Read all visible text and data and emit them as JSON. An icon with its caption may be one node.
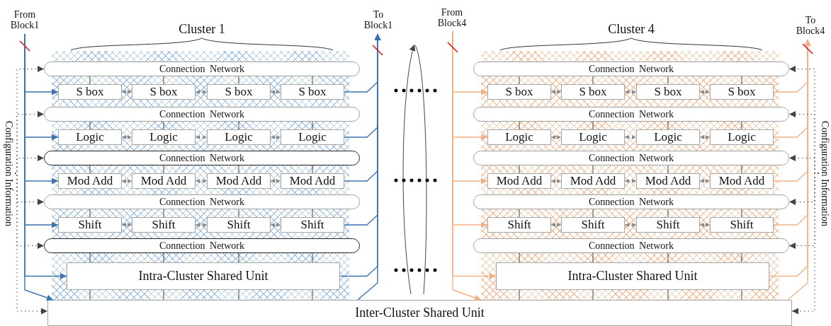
{
  "diagram": {
    "nodes": [
      {
        "text": [
          "From Block1"
        ]
      },
      {
        "text": [
          "To Block1"
        ]
      },
      {
        "text": [
          "From Block4"
        ]
      },
      {
        "text": [
          "To Block4"
        ]
      },
      {
        "text": [
          "Configuration Information"
        ]
      },
      {
        "text": [
          "Configuration Information"
        ]
      },
      {
        "text": [
          "Cluster 1"
        ]
      },
      {
        "text": [
          "Connection Network"
        ],
        "in": 6
      },
      {
        "text": [
          "S box"
        ],
        "in": 6
      },
      {
        "text": [
          "S box"
        ],
        "in": 6
      },
      {
        "text": [
          "S box"
        ],
        "in": 6
      },
      {
        "text": [
          "S box"
        ],
        "in": 6
      },
      {
        "text": [
          "Connection Network"
        ],
        "in": 6
      },
      {
        "text": [
          "Logic"
        ],
        "in": 6
      },
      {
        "text": [
          "Logic"
        ],
        "in": 6
      },
      {
        "text": [
          "Logic"
        ],
        "in": 6
      },
      {
        "text": [
          "Logic"
        ],
        "in": 6
      },
      {
        "text": [
          "Connection Network"
        ],
        "in": 6
      },
      {
        "text": [
          "Mod Add"
        ],
        "in": 6
      },
      {
        "text": [
          "Mod Add"
        ],
        "in": 6
      },
      {
        "text": [
          "Mod Add"
        ],
        "in": 6
      },
      {
        "text": [
          "Mod Add"
        ],
        "in": 6
      },
      {
        "text": [
          "Connection Network"
        ],
        "in": 6
      },
      {
        "text": [
          "Shift"
        ],
        "in": 6
      },
      {
        "text": [
          "Shift"
        ],
        "in": 6
      },
      {
        "text": [
          "Shift"
        ],
        "in": 6
      },
      {
        "text": [
          "Shift"
        ],
        "in": 6
      },
      {
        "text": [
          "Connection Network"
        ],
        "in": 6
      },
      {
        "text": [
          "Intra-Cluster Shared Unit"
        ],
        "in": 6
      },
      {
        "text": [
          "Cluster 4"
        ]
      },
      {
        "text": [
          "Connection Network"
        ],
        "in": 29
      },
      {
        "text": [
          "S box"
        ],
        "in": 29
      },
      {
        "text": [
          "S box"
        ],
        "in": 29
      },
      {
        "text": [
          "S box"
        ],
        "in": 29
      },
      {
        "text": [
          "S box"
        ],
        "in": 29
      },
      {
        "text": [
          "Connection Network"
        ],
        "in": 29
      },
      {
        "text": [
          "Logic"
        ],
        "in": 29
      },
      {
        "text": [
          "Logic"
        ],
        "in": 29
      },
      {
        "text": [
          "Logic"
        ],
        "in": 29
      },
      {
        "text": [
          "Logic"
        ],
        "in": 29
      },
      {
        "text": [
          "Connection Network"
        ],
        "in": 29
      },
      {
        "text": [
          "Mod Add"
        ],
        "in": 29
      },
      {
        "text": [
          "Mod Add"
        ],
        "in": 29
      },
      {
        "text": [
          "Mod Add"
        ],
        "in": 29
      },
      {
        "text": [
          "Mod Add"
        ],
        "in": 29
      },
      {
        "text": [
          "Connection Network"
        ],
        "in": 29
      },
      {
        "text": [
          "Shift"
        ],
        "in": 29
      },
      {
        "text": [
          "Shift"
        ],
        "in": 29
      },
      {
        "text": [
          "Shift"
        ],
        "in": 29
      },
      {
        "text": [
          "Shift"
        ],
        "in": 29
      },
      {
        "text": [
          "Connection Network"
        ],
        "in": 29
      },
      {
        "text": [
          "Intra-Cluster Shared Unit"
        ],
        "in": 29
      },
      {
        "text": [
          "Inter-Cluster Shared Unit"
        ]
      }
    ],
    "edges": [
      {
        "from": 0,
        "to": 8,
        "arrow": "to",
        "color": "#3b73b0"
      },
      {
        "from": 0,
        "to": 13,
        "arrow": "to",
        "color": "#3b73b0"
      },
      {
        "from": 0,
        "to": 18,
        "arrow": "to",
        "color": "#3b73b0"
      },
      {
        "from": 0,
        "to": 23,
        "arrow": "to",
        "color": "#3b73b0"
      },
      {
        "from": 0,
        "to": 28,
        "arrow": "to",
        "color": "#3b73b0"
      },
      {
        "from": 0,
        "to": 52,
        "arrow": "to",
        "color": "#3b73b0"
      },
      {
        "from": 11,
        "to": 1,
        "arrow": "to",
        "color": "#3b73b0"
      },
      {
        "from": 16,
        "to": 1,
        "arrow": "to",
        "color": "#3b73b0"
      },
      {
        "from": 21,
        "to": 1,
        "arrow": "to",
        "color": "#3b73b0"
      },
      {
        "from": 26,
        "to": 1,
        "arrow": "to",
        "color": "#3b73b0"
      },
      {
        "from": 28,
        "to": 1,
        "arrow": "to",
        "color": "#3b73b0"
      },
      {
        "from": 52,
        "to": 1,
        "arrow": "to",
        "color": "#3b73b0"
      },
      {
        "from": 4,
        "to": 7,
        "arrow": "to",
        "style": "dashed"
      },
      {
        "from": 4,
        "to": 12,
        "arrow": "to",
        "style": "dashed"
      },
      {
        "from": 4,
        "to": 17,
        "arrow": "to",
        "style": "dashed"
      },
      {
        "from": 4,
        "to": 22,
        "arrow": "to",
        "style": "dashed"
      },
      {
        "from": 4,
        "to": 27,
        "arrow": "to",
        "style": "dashed"
      },
      {
        "from": 4,
        "to": 52,
        "arrow": "to",
        "style": "dashed"
      },
      {
        "from": 7,
        "to": 8,
        "arrow": "none"
      },
      {
        "from": 7,
        "to": 9,
        "arrow": "none"
      },
      {
        "from": 7,
        "to": 10,
        "arrow": "none"
      },
      {
        "from": 7,
        "to": 11,
        "arrow": "none"
      },
      {
        "from": 12,
        "to": 13,
        "arrow": "none"
      },
      {
        "from": 12,
        "to": 14,
        "arrow": "none"
      },
      {
        "from": 12,
        "to": 15,
        "arrow": "none"
      },
      {
        "from": 12,
        "to": 16,
        "arrow": "none"
      },
      {
        "from": 17,
        "to": 18,
        "arrow": "none"
      },
      {
        "from": 17,
        "to": 19,
        "arrow": "none"
      },
      {
        "from": 17,
        "to": 20,
        "arrow": "none"
      },
      {
        "from": 17,
        "to": 21,
        "arrow": "none"
      },
      {
        "from": 22,
        "to": 23,
        "arrow": "none"
      },
      {
        "from": 22,
        "to": 24,
        "arrow": "none"
      },
      {
        "from": 22,
        "to": 25,
        "arrow": "none"
      },
      {
        "from": 22,
        "to": 26,
        "arrow": "none"
      },
      {
        "from": 27,
        "to": 28,
        "arrow": "none"
      },
      {
        "from": 27,
        "to": 28,
        "arrow": "none"
      },
      {
        "from": 27,
        "to": 28,
        "arrow": "none"
      },
      {
        "from": 27,
        "to": 28,
        "arrow": "none"
      },
      {
        "from": 28,
        "to": 52,
        "arrow": "none"
      },
      {
        "from": 28,
        "to": 52,
        "arrow": "none"
      },
      {
        "from": 28,
        "to": 52,
        "arrow": "none"
      },
      {
        "from": 28,
        "to": 52,
        "arrow": "none"
      },
      {
        "from": 8,
        "to": 9,
        "arrow": "both",
        "style": "dashed"
      },
      {
        "from": 9,
        "to": 10,
        "arrow": "both",
        "style": "dashed"
      },
      {
        "from": 10,
        "to": 11,
        "arrow": "both",
        "style": "dashed"
      },
      {
        "from": 13,
        "to": 14,
        "arrow": "both",
        "style": "dashed"
      },
      {
        "from": 14,
        "to": 15,
        "arrow": "both",
        "style": "dashed"
      },
      {
        "from": 15,
        "to": 16,
        "arrow": "both",
        "style": "dashed"
      },
      {
        "from": 18,
        "to": 19,
        "arrow": "both",
        "style": "dashed"
      },
      {
        "from": 19,
        "to": 20,
        "arrow": "both",
        "style": "dashed"
      },
      {
        "from": 20,
        "to": 21,
        "arrow": "both",
        "style": "dashed"
      },
      {
        "from": 23,
        "to": 24,
        "arrow": "both",
        "style": "dashed"
      },
      {
        "from": 24,
        "to": 25,
        "arrow": "both",
        "style": "dashed"
      },
      {
        "from": 25,
        "to": 26,
        "arrow": "both",
        "style": "dashed"
      },
      {
        "from": 2,
        "to": 31,
        "arrow": "to",
        "color": "#f2b184"
      },
      {
        "from": 2,
        "to": 36,
        "arrow": "to",
        "color": "#f2b184"
      },
      {
        "from": 2,
        "to": 41,
        "arrow": "to",
        "color": "#f2b184"
      },
      {
        "from": 2,
        "to": 46,
        "arrow": "to",
        "color": "#f2b184"
      },
      {
        "from": 2,
        "to": 51,
        "arrow": "to",
        "color": "#f2b184"
      },
      {
        "from": 2,
        "to": 52,
        "arrow": "to",
        "color": "#f2b184"
      },
      {
        "from": 34,
        "to": 3,
        "arrow": "to",
        "color": "#f2b184"
      },
      {
        "from": 39,
        "to": 3,
        "arrow": "to",
        "color": "#f2b184"
      },
      {
        "from": 44,
        "to": 3,
        "arrow": "to",
        "color": "#f2b184"
      },
      {
        "from": 49,
        "to": 3,
        "arrow": "to",
        "color": "#f2b184"
      },
      {
        "from": 51,
        "to": 3,
        "arrow": "to",
        "color": "#f2b184"
      },
      {
        "from": 52,
        "to": 3,
        "arrow": "to",
        "color": "#f2b184"
      },
      {
        "from": 5,
        "to": 30,
        "arrow": "to",
        "style": "dashed"
      },
      {
        "from": 5,
        "to": 35,
        "arrow": "to",
        "style": "dashed"
      },
      {
        "from": 5,
        "to": 40,
        "arrow": "to",
        "style": "dashed"
      },
      {
        "from": 5,
        "to": 45,
        "arrow": "to",
        "style": "dashed"
      },
      {
        "from": 5,
        "to": 50,
        "arrow": "to",
        "style": "dashed"
      },
      {
        "from": 5,
        "to": 52,
        "arrow": "to",
        "style": "dashed"
      },
      {
        "from": 30,
        "to": 31,
        "arrow": "none"
      },
      {
        "from": 30,
        "to": 32,
        "arrow": "none"
      },
      {
        "from": 30,
        "to": 33,
        "arrow": "none"
      },
      {
        "from": 30,
        "to": 34,
        "arrow": "none"
      },
      {
        "from": 35,
        "to": 36,
        "arrow": "none"
      },
      {
        "from": 35,
        "to": 37,
        "arrow": "none"
      },
      {
        "from": 35,
        "to": 38,
        "arrow": "none"
      },
      {
        "from": 35,
        "to": 39,
        "arrow": "none"
      },
      {
        "from": 40,
        "to": 41,
        "arrow": "none"
      },
      {
        "from": 40,
        "to": 42,
        "arrow": "none"
      },
      {
        "from": 40,
        "to": 43,
        "arrow": "none"
      },
      {
        "from": 40,
        "to": 44,
        "arrow": "none"
      },
      {
        "from": 45,
        "to": 46,
        "arrow": "none"
      },
      {
        "from": 45,
        "to": 47,
        "arrow": "none"
      },
      {
        "from": 45,
        "to": 48,
        "arrow": "none"
      },
      {
        "from": 45,
        "to": 49,
        "arrow": "none"
      },
      {
        "from": 50,
        "to": 51,
        "arrow": "none"
      },
      {
        "from": 50,
        "to": 51,
        "arrow": "none"
      },
      {
        "from": 50,
        "to": 51,
        "arrow": "none"
      },
      {
        "from": 50,
        "to": 51,
        "arrow": "none"
      },
      {
        "from": 51,
        "to": 52,
        "arrow": "none"
      },
      {
        "from": 51,
        "to": 52,
        "arrow": "none"
      },
      {
        "from": 51,
        "to": 52,
        "arrow": "none"
      },
      {
        "from": 51,
        "to": 52,
        "arrow": "none"
      },
      {
        "from": 31,
        "to": 32,
        "arrow": "both",
        "style": "dashed"
      },
      {
        "from": 32,
        "to": 33,
        "arrow": "both",
        "style": "dashed"
      },
      {
        "from": 33,
        "to": 34,
        "arrow": "both",
        "style": "dashed"
      },
      {
        "from": 36,
        "to": 37,
        "arrow": "both",
        "style": "dashed"
      },
      {
        "from": 37,
        "to": 38,
        "arrow": "both",
        "style": "dashed"
      },
      {
        "from": 38,
        "to": 39,
        "arrow": "both",
        "style": "dashed"
      },
      {
        "from": 41,
        "to": 42,
        "arrow": "both",
        "style": "dashed"
      },
      {
        "from": 42,
        "to": 43,
        "arrow": "both",
        "style": "dashed"
      },
      {
        "from": 43,
        "to": 44,
        "arrow": "both",
        "style": "dashed"
      },
      {
        "from": 46,
        "to": 47,
        "arrow": "both",
        "style": "dashed"
      },
      {
        "from": 47,
        "to": 48,
        "arrow": "both",
        "style": "dashed"
      },
      {
        "from": 48,
        "to": 49,
        "arrow": "both",
        "style": "dashed"
      }
    ]
  }
}
